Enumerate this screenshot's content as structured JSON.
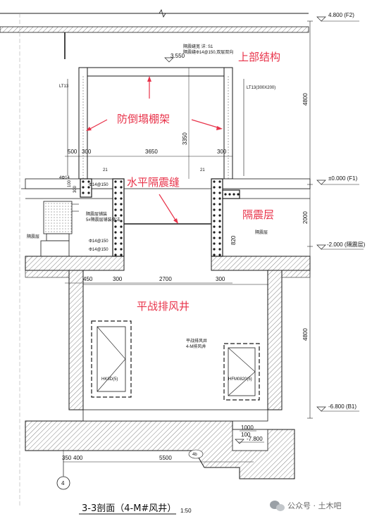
{
  "annotations": {
    "upper_structure": "上部结构",
    "anti_collapse_frame": "防倒塌棚架",
    "horizontal_isolation_joint": "水平隔震缝",
    "isolation_layer": "隔震层",
    "wartime_exhaust_shaft": "平战排风井"
  },
  "elevations": {
    "top": "4.800 (F2)",
    "floor1": "±0.000 (F1)",
    "iso": "-2.000 (隔震层)",
    "bottom": "-6.800 (B1)",
    "pit": "-7.800",
    "frame_top": "3.550"
  },
  "dimensions": {
    "right_upper": "4800",
    "right_iso": "2000",
    "right_lower": "4800",
    "frame_height": "3350",
    "upper_500": "500",
    "upper_300a": "300",
    "upper_3650": "3650",
    "upper_300b": "300",
    "lower_450": "450",
    "lower_300a": "300",
    "lower_2700": "2700",
    "lower_300b": "300",
    "bottom_350": "350",
    "bottom_400": "400",
    "bottom_5500": "5500",
    "pit_1000": "1000",
    "pit_100": "100",
    "inner_820": "820",
    "left_300": "300",
    "left_100": "100",
    "label_21a": "21",
    "label_21b": "21"
  },
  "labels": {
    "rebar1": "Φ14@150",
    "rebar2": "Φ14@150",
    "rebar3": "Φ14@150",
    "rebar4": "4Φ14",
    "iso_left": "隔震层",
    "iso_right": "隔震层",
    "iso_device": "隔震层铺装",
    "iso_device2": "5#隔震层铺装做法",
    "top_note1": "隔震缝宽 详: S1",
    "top_note2": "隔震缝Φ14@150,双层双向",
    "frame_note1": "LT13(300X200)",
    "frame_note2": "LT13",
    "room_name": "平战排风井",
    "room_sub": "4-M排风井",
    "door_left": "HK8D(5)",
    "door_right": "HFM0820(5)",
    "axis": "4",
    "callout": "4b",
    "title": "3-3剖面（4-M#风井）",
    "scale": "1:50",
    "watermark": "公众号 · 土木吧"
  },
  "colors": {
    "line": "#1a1a1a",
    "annotation": "#e8334a",
    "hatch": "#555555",
    "dimension": "#222222"
  }
}
